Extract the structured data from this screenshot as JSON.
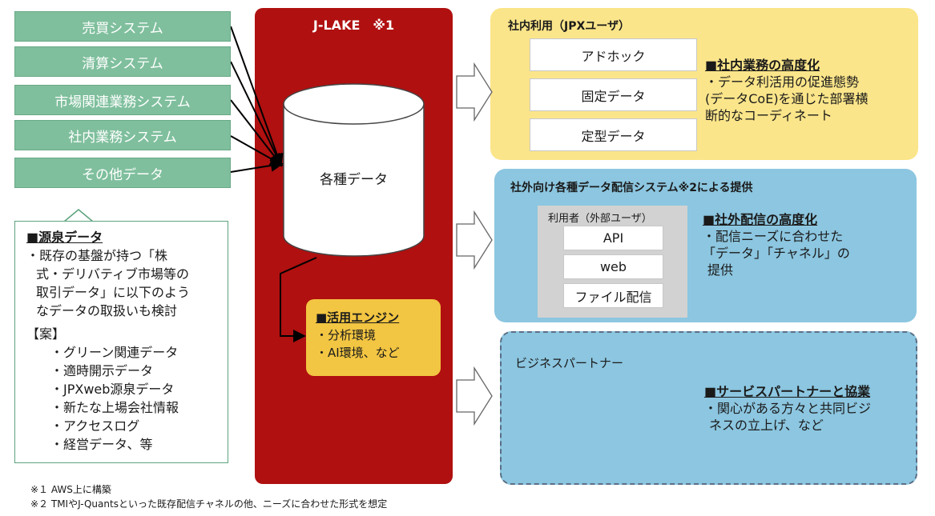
{
  "sources": [
    "売買システム",
    "清算システム",
    "市場関連業務システム",
    "社内業務システム",
    "その他データ"
  ],
  "source_note": {
    "heading": "■源泉データ",
    "lines": [
      "・既存の基盤が持つ「株",
      "式・デリバティブ市場等の",
      "取引データ」に以下のよう",
      "なデータの取扱いも検討"
    ],
    "plan_label": "【案】",
    "items": [
      "・グリーン関連データ",
      "・適時開示データ",
      "・JPXweb源泉データ",
      "・新たな上場会社情報",
      "・アクセスログ",
      "・経営データ、等"
    ]
  },
  "lake": {
    "title": "J-LAKE　※1",
    "db_label": "各種データ",
    "engine": {
      "heading": "■活用エンジン",
      "items": [
        "・分析環境",
        "・AI環境、など"
      ]
    }
  },
  "internal": {
    "title": "社内利用（JPXユーザ）",
    "boxes": [
      "アドホック",
      "固定データ",
      "定型データ"
    ],
    "heading": "■社内業務の高度化",
    "lines": [
      "・データ利活用の促進態勢",
      "(データCoE)を通じた部署横",
      "断的なコーディネート"
    ]
  },
  "external": {
    "title": "社外向け各種データ配信システム※2による提供",
    "user_label": "利用者（外部ユーザ）",
    "boxes": [
      "API",
      "web",
      "ファイル配信"
    ],
    "heading": "■社外配信の高度化",
    "lines": [
      "・配信ニーズに合わせた",
      "「データ」「チャネル」の",
      "提供"
    ]
  },
  "partner": {
    "title": "ビジネスパートナー",
    "heading": "■サービスパートナーと協業",
    "lines": [
      "・関心がある方々と共同ビジ",
      "ネスの立上げ、など"
    ]
  },
  "footnotes": [
    "※１ AWS上に構築",
    "※２ TMIやJ-Quantsといった既存配信チャネルの他、ニーズに合わせた形式を想定"
  ],
  "colors": {
    "lake": "#b01010",
    "source": "#7fbf9d",
    "engine": "#f2c542",
    "internal": "#fbe58a",
    "external": "#8cc6e0"
  }
}
